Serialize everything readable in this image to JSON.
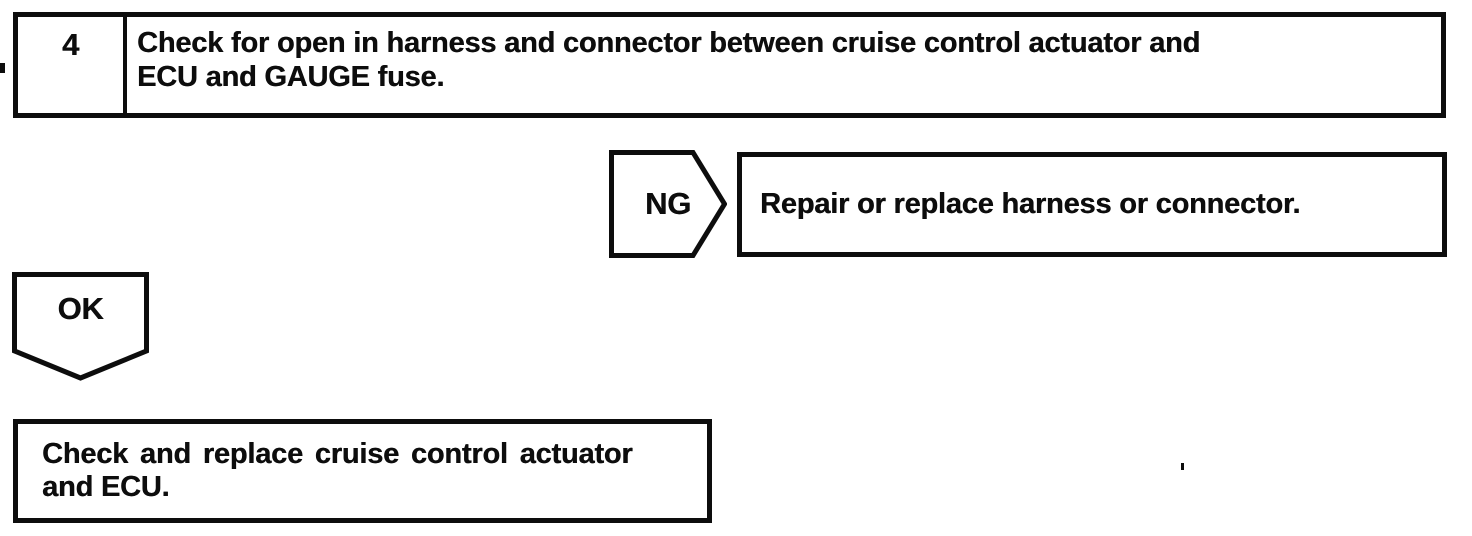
{
  "colors": {
    "ink": "#0d0d0d",
    "paper": "#ffffff"
  },
  "flowchart": {
    "step": {
      "number": "4",
      "instruction_line1": "Check for open in harness and connector between cruise control actuator and",
      "instruction_line2": "ECU and GAUGE fuse."
    },
    "ng_branch": {
      "label": "NG",
      "action": "Repair or replace harness or connector."
    },
    "ok_branch": {
      "label": "OK"
    },
    "result": {
      "action_line1": "Check and replace cruise control actuator",
      "action_line2": "and ECU."
    }
  }
}
